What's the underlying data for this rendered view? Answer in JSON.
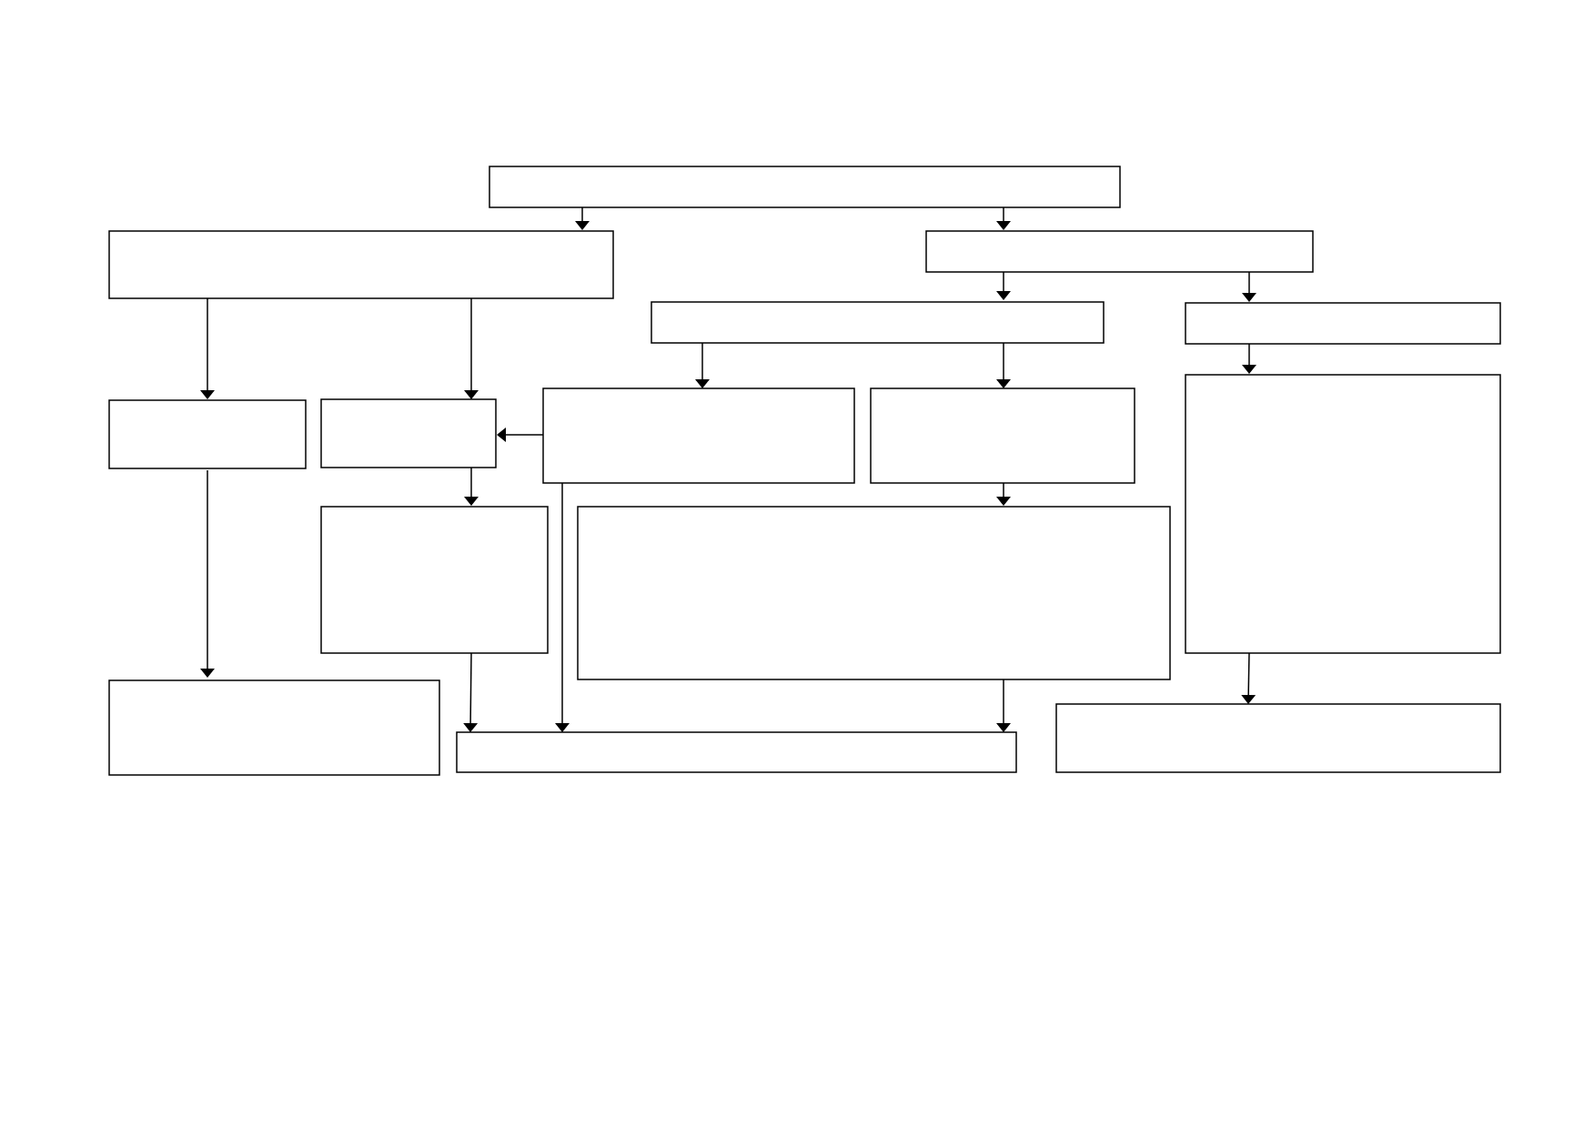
{
  "diagram": {
    "type": "flowchart",
    "stroke_color": "#000000",
    "background_color": "#ffffff",
    "nodes": [
      {
        "id": "n1",
        "label": ""
      },
      {
        "id": "n2",
        "label": ""
      },
      {
        "id": "n3",
        "label": ""
      },
      {
        "id": "n4",
        "label": ""
      },
      {
        "id": "n5",
        "label": ""
      },
      {
        "id": "n6",
        "label": ""
      },
      {
        "id": "n7",
        "label": ""
      },
      {
        "id": "n8",
        "label": ""
      },
      {
        "id": "n9",
        "label": ""
      },
      {
        "id": "n10",
        "label": ""
      },
      {
        "id": "n11",
        "label": ""
      },
      {
        "id": "n12",
        "label": ""
      },
      {
        "id": "n13",
        "label": ""
      },
      {
        "id": "n14",
        "label": ""
      },
      {
        "id": "n15",
        "label": ""
      },
      {
        "id": "n16",
        "label": ""
      }
    ],
    "edges": [
      {
        "from": "n1",
        "to": "n2"
      },
      {
        "from": "n1",
        "to": "n3"
      },
      {
        "from": "n2",
        "to": "n6"
      },
      {
        "from": "n2",
        "to": "n7"
      },
      {
        "from": "n3",
        "to": "n4"
      },
      {
        "from": "n3",
        "to": "n5"
      },
      {
        "from": "n4",
        "to": "n8"
      },
      {
        "from": "n4",
        "to": "n9"
      },
      {
        "from": "n5",
        "to": "n10"
      },
      {
        "from": "n8",
        "to": "n7"
      },
      {
        "from": "n6",
        "to": "n13"
      },
      {
        "from": "n7",
        "to": "n11"
      },
      {
        "from": "n9",
        "to": "n12"
      },
      {
        "from": "n11",
        "to": "n14"
      },
      {
        "from": "n8",
        "to": "n14"
      },
      {
        "from": "n12",
        "to": "n14"
      },
      {
        "from": "n10",
        "to": "n15"
      }
    ]
  }
}
